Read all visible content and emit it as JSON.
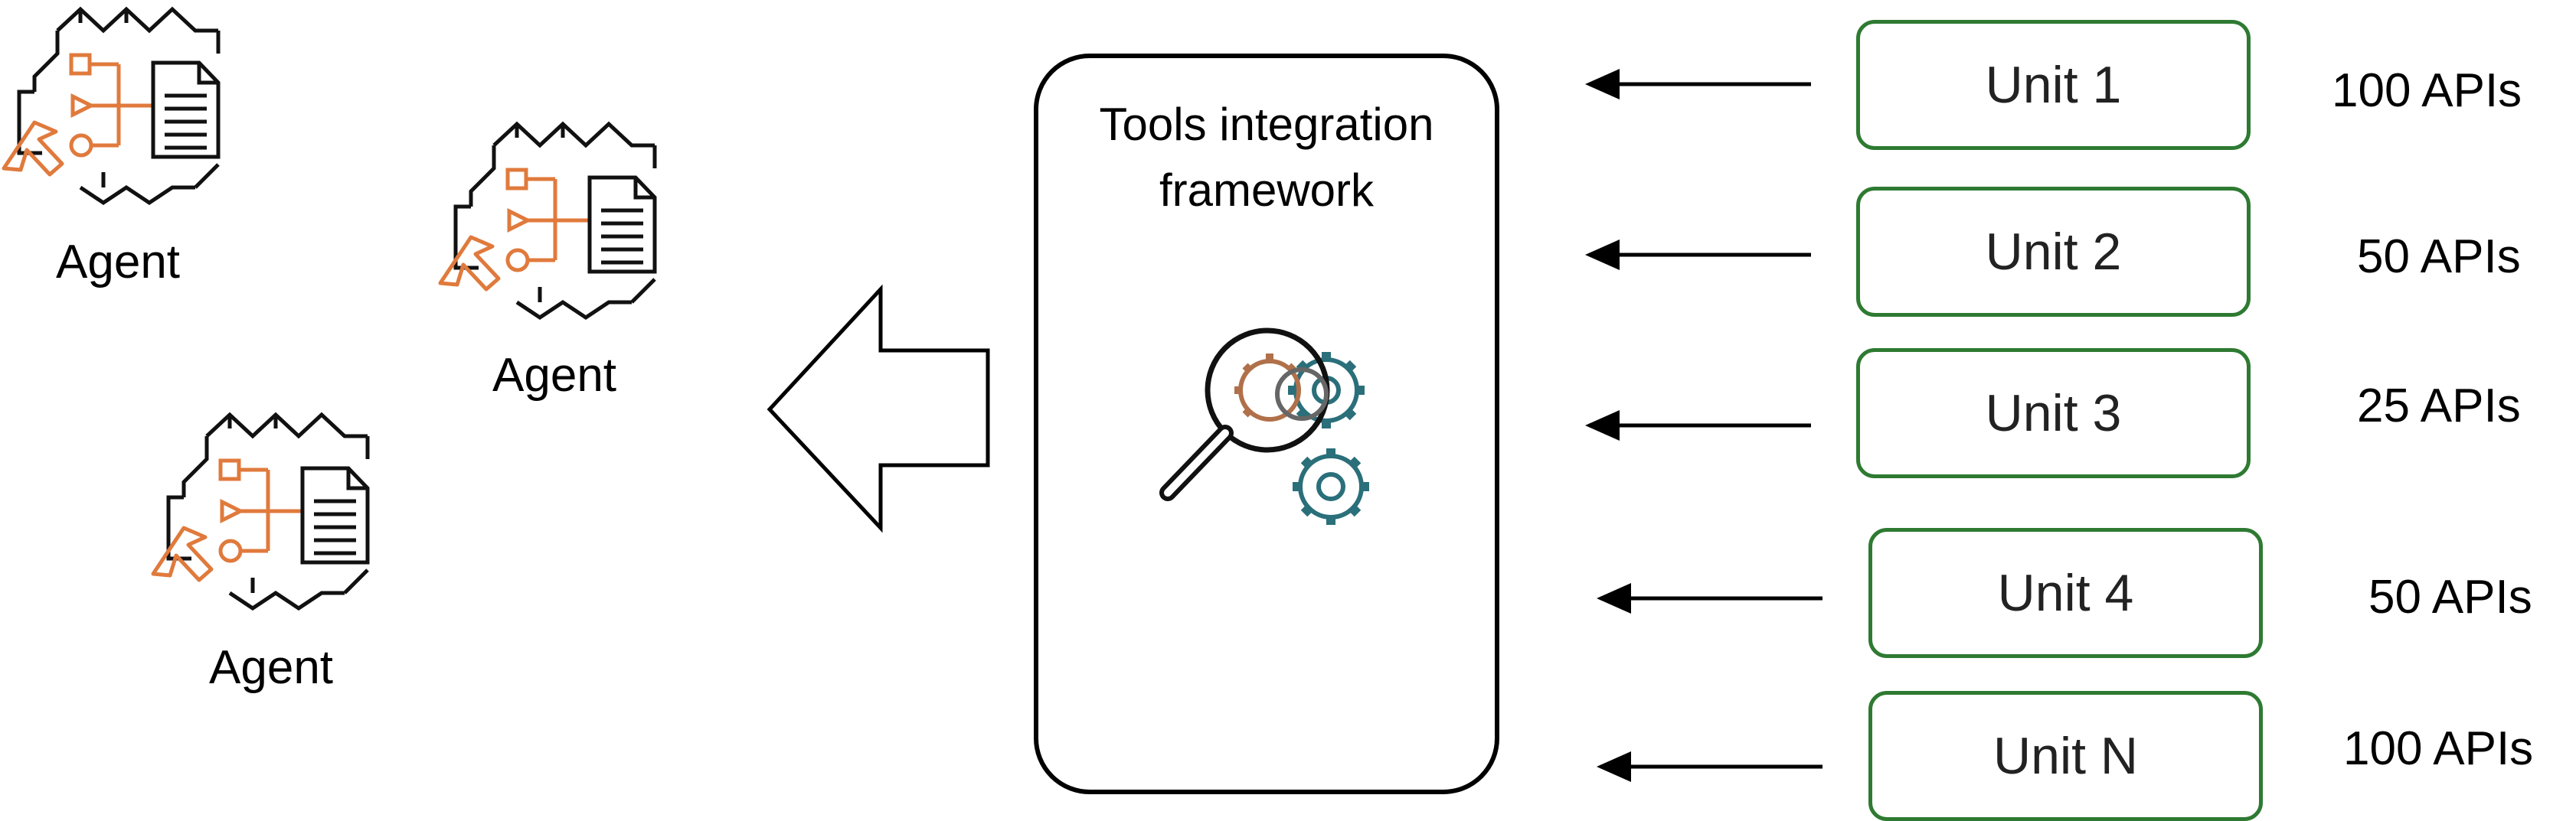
{
  "agents": [
    {
      "label": "Agent"
    },
    {
      "label": "Agent"
    },
    {
      "label": "Agent"
    }
  ],
  "framework": {
    "title_line1": "Tools integration",
    "title_line2": "framework",
    "icon": "magnifier-gears-icon"
  },
  "units": [
    {
      "label": "Unit 1",
      "apis": "100 APIs"
    },
    {
      "label": "Unit 2",
      "apis": "50 APIs"
    },
    {
      "label": "Unit 3",
      "apis": "25 APIs"
    },
    {
      "label": "Unit 4",
      "apis": "50 APIs"
    },
    {
      "label": "Unit N",
      "apis": "100 APIs"
    }
  ],
  "colors": {
    "unit_border": "#2e7a32",
    "agent_accent": "#e07a3c",
    "gear_teal": "#2a6f7a",
    "gear_brown": "#b0704a"
  },
  "icons": [
    "agent-workflow-icon",
    "document-icon",
    "cursor-arrow-icon",
    "left-arrow-icon"
  ]
}
